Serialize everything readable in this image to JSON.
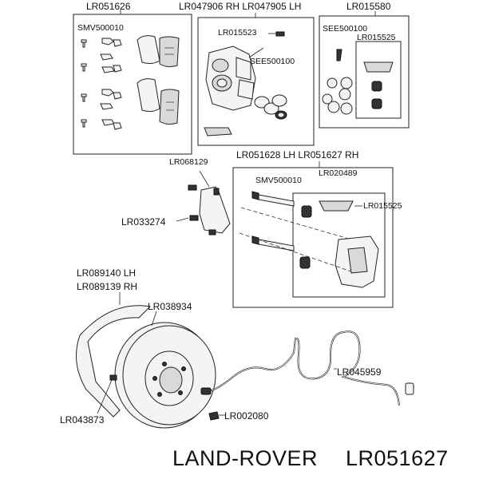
{
  "labels": {
    "pads_kit": "LR051626",
    "caliper_pair": "LR047906 RH LR047905 LH",
    "seal_kit": "LR015580",
    "bolt_smv_top": "SMV500010",
    "bleed_screw": "LR015523",
    "see_500100": "SEE500100",
    "see_500100_b": "SEE500100",
    "clip_top": "LR015525",
    "carrier_pair": "LR051628 LH LR051627 RH",
    "bracket": "LR068129",
    "bolt_smv_mid": "SMV500010",
    "guide_kit": "LR020489",
    "clip_mid": "LR015525",
    "bolt_bracket": "LR033274",
    "shield_lh": "LR089140 LH",
    "shield_rh": "LR089139 RH",
    "disc": "LR038934",
    "sensor": "LR045959",
    "screw": "LR043873",
    "bolt_bottom": "LR002080"
  },
  "footer": {
    "brand": "LAND-ROVER",
    "part_number": "LR051627"
  }
}
